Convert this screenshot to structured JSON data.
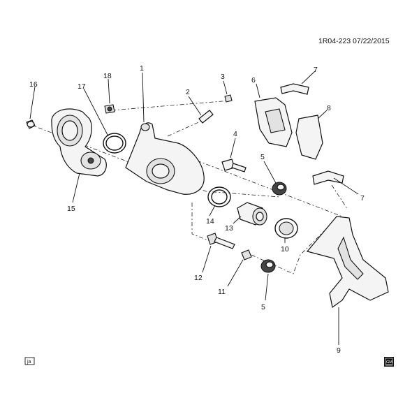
{
  "header": {
    "ref": "1R04-223  07/22/2015"
  },
  "callouts": [
    {
      "id": "1",
      "label": "1"
    },
    {
      "id": "2",
      "label": "2"
    },
    {
      "id": "3",
      "label": "3"
    },
    {
      "id": "4",
      "label": "4"
    },
    {
      "id": "5a",
      "label": "5"
    },
    {
      "id": "5b",
      "label": "5"
    },
    {
      "id": "6",
      "label": "6"
    },
    {
      "id": "7a",
      "label": "7"
    },
    {
      "id": "7b",
      "label": "7"
    },
    {
      "id": "8",
      "label": "8"
    },
    {
      "id": "9",
      "label": "9"
    },
    {
      "id": "10",
      "label": "10"
    },
    {
      "id": "11",
      "label": "11"
    },
    {
      "id": "12",
      "label": "12"
    },
    {
      "id": "13",
      "label": "13"
    },
    {
      "id": "14",
      "label": "14"
    },
    {
      "id": "15",
      "label": "15"
    },
    {
      "id": "16",
      "label": "16"
    },
    {
      "id": "17",
      "label": "17"
    },
    {
      "id": "18",
      "label": "18"
    }
  ],
  "footer": {
    "artist_tag": "ja",
    "logo_text": "GM"
  }
}
